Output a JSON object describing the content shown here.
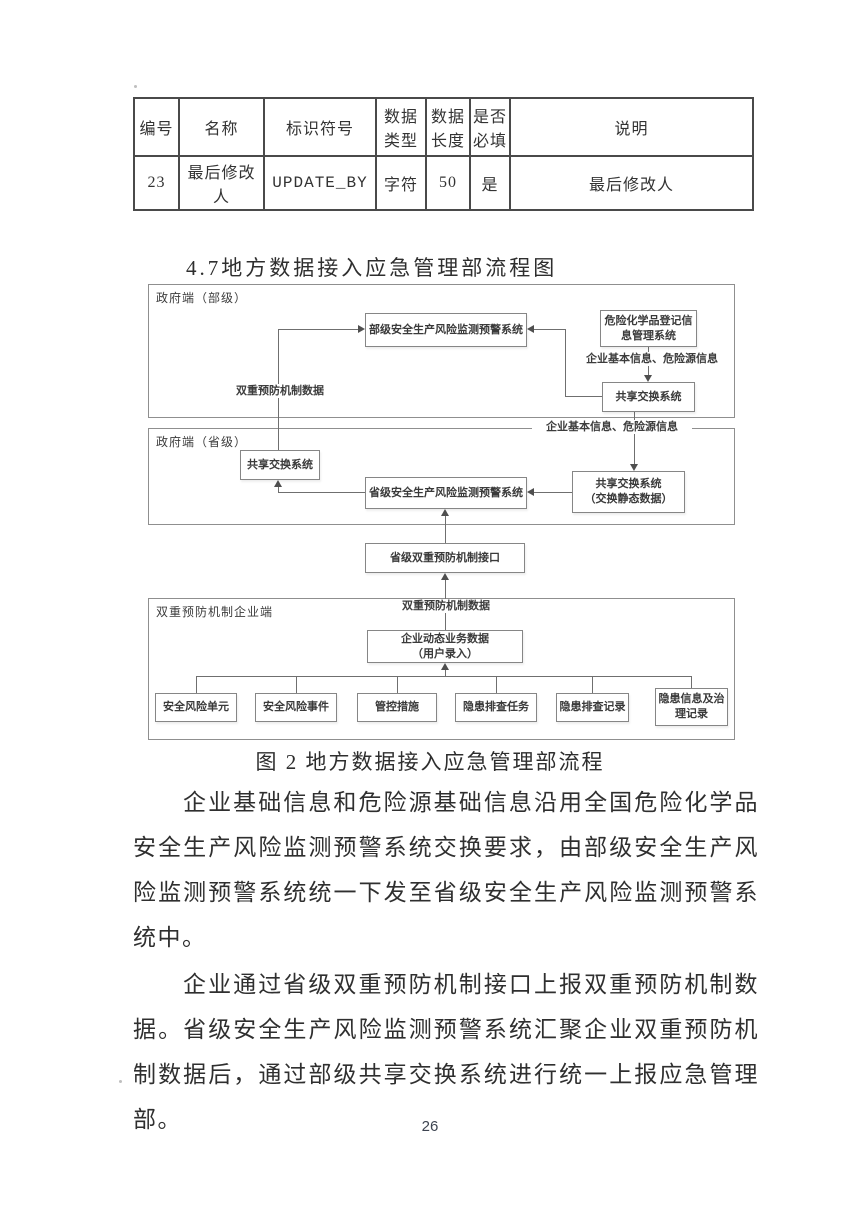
{
  "table": {
    "headers": [
      "编号",
      "名称",
      "标识符号",
      "数据类型",
      "数据长度",
      "是否必填",
      "说明"
    ],
    "rows": [
      {
        "id": "23",
        "name": "最后修改人",
        "symbol": "UPDATE_BY",
        "data_type": "字符",
        "length": "50",
        "required": "是",
        "description": "最后修改人"
      }
    ]
  },
  "heading": "4.7地方数据接入应急管理部流程图",
  "flowchart": {
    "ministry": {
      "label": "政府端（部级）",
      "warning_system": "部级安全生产风险监测预警系统",
      "registration_system": "危险化学品登记信\n息管理系统",
      "info_flow_label": "企业基本信息、危险源信息",
      "exchange_system": "共享交换系统",
      "dual_prevention_data_label": "双重预防机制数据"
    },
    "province": {
      "label": "政府端（省级）",
      "boundary_label": "企业基本信息、危险源信息",
      "exchange_system": "共享交换系统",
      "warning_system": "省级安全生产风险监测预警系统",
      "static_exchange_system": "共享交换系统\n（交换静态数据）"
    },
    "interface_box": "省级双重预防机制接口",
    "interface_data_label": "双重预防机制数据",
    "enterprise": {
      "label": "双重预防机制企业端",
      "dynamic_data_box": "企业动态业务数据\n（用户录入）",
      "items": [
        "安全风险单元",
        "安全风险事件",
        "管控措施",
        "隐患排查任务",
        "隐患排查记录",
        "隐患信息及治\n理记录"
      ]
    }
  },
  "caption": "图 2 地方数据接入应急管理部流程",
  "paragraphs": [
    "企业基础信息和危险源基础信息沿用全国危险化学品安全生产风险监测预警系统交换要求，由部级安全生产风险监测预警系统统一下发至省级安全生产风险监测预警系统中。",
    "企业通过省级双重预防机制接口上报双重预防机制数据。省级安全生产风险监测预警系统汇聚企业双重预防机制数据后，通过部级共享交换系统进行统一上报应急管理部。"
  ],
  "page_number": "26",
  "colors": {
    "ink": "#383838",
    "table_border": "#4a4a4a",
    "diagram_border": "#868686",
    "diagram_line": "#6f6f6f",
    "page_number": "#3d4450",
    "background": "#ffffff"
  }
}
